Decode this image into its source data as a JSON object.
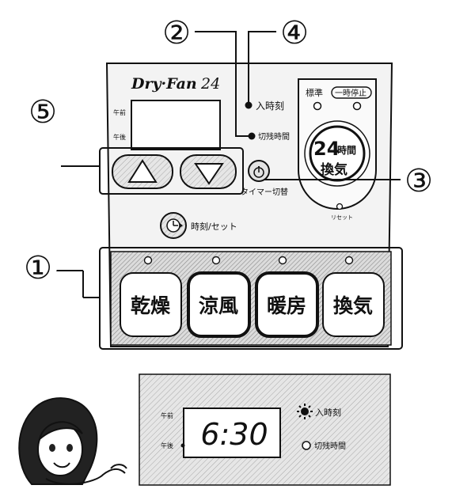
{
  "panel": {
    "brand": "Dry·Fan",
    "model": "24",
    "am_label": "午前",
    "pm_label": "午後",
    "on_time_label": "入時刻",
    "remaining_time_label": "切残時間",
    "timer_switch_label": "タイマー切替",
    "clock_set_label": "時刻/セット",
    "standard_label": "標準",
    "pause_label": "一時停止",
    "ventilation24_big": "24",
    "ventilation24_unit": "時間",
    "ventilation24_label": "換気",
    "reset_label": "リセット",
    "mode_buttons": [
      "乾燥",
      "涼風",
      "暖房",
      "換気"
    ]
  },
  "callouts": [
    "①",
    "②",
    "③",
    "④",
    "⑤"
  ],
  "display": {
    "am_label": "午前",
    "pm_label": "午後",
    "time": "6:30",
    "on_time_label": "入時刻",
    "remaining_time_label": "切残時間"
  },
  "colors": {
    "ink": "#111111",
    "panel": "#f2f2f2",
    "hatch": "#9a9a9a",
    "button_face": "#ffffff"
  },
  "icons": {
    "up_arrow": "triangle-up-icon",
    "down_arrow": "triangle-down-icon",
    "timer": "stopwatch-icon",
    "clock": "clock-set-icon",
    "indicator_on": "sun-burst-icon",
    "indicator_off": "circle-icon"
  }
}
